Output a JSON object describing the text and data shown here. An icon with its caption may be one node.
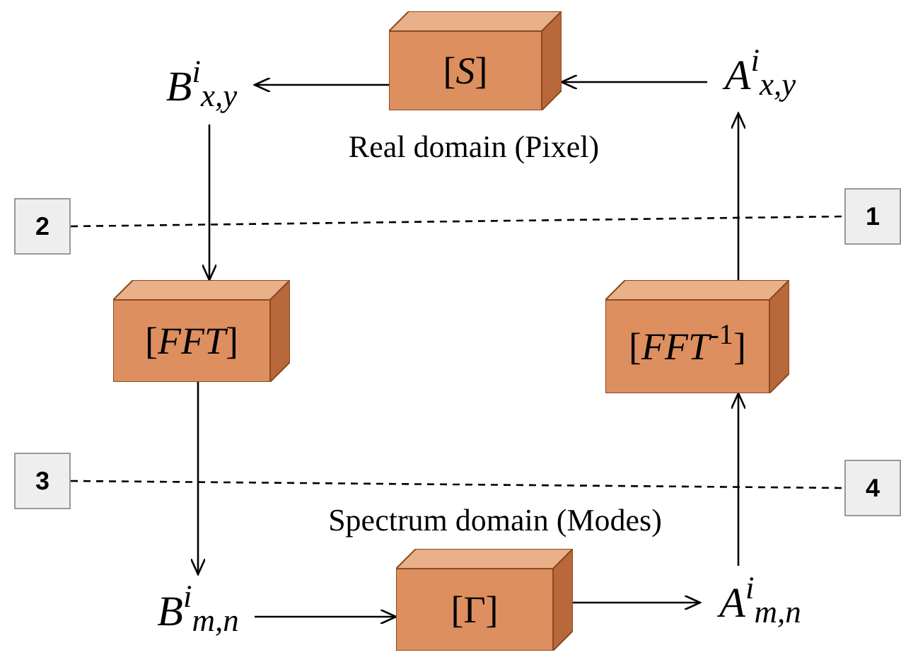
{
  "diagram": {
    "nodes": [
      {
        "text": [
          "[*S*]"
        ]
      },
      {
        "text": [
          "A$^{i}$$_{x,y}$"
        ]
      },
      {
        "text": [
          "B$^{i}$$_{x,y}$"
        ]
      },
      {
        "text": [
          "[*FFT*]"
        ]
      },
      {
        "text": [
          "[*FFT*$^{-1}$]"
        ]
      },
      {
        "text": [
          "B$^{i}$$_{m,n}$"
        ]
      },
      {
        "text": [
          "[Γ]"
        ]
      },
      {
        "text": [
          "A$^{i}$$_{m,n}$"
        ]
      },
      {
        "text": [
          "1"
        ]
      },
      {
        "text": [
          "2"
        ]
      },
      {
        "text": [
          "3"
        ]
      },
      {
        "text": [
          "4"
        ]
      }
    ],
    "edges": [
      {
        "from": 1,
        "to": 0,
        "arrow": "to"
      },
      {
        "from": 0,
        "to": 2,
        "arrow": "to"
      },
      {
        "from": 2,
        "to": 3,
        "arrow": "to"
      },
      {
        "from": 3,
        "to": 5,
        "arrow": "to"
      },
      {
        "from": 5,
        "to": 6,
        "arrow": "to"
      },
      {
        "from": 6,
        "to": 7,
        "arrow": "to"
      },
      {
        "from": 7,
        "to": 4,
        "arrow": "to"
      },
      {
        "from": 4,
        "to": 1,
        "arrow": "to"
      },
      {
        "from": 9,
        "to": 8,
        "arrow": "none",
        "style": "dashed"
      },
      {
        "from": 10,
        "to": 11,
        "arrow": "none",
        "style": "dashed"
      }
    ],
    "labels": [
      "Real domain (Pixel)",
      "Spectrum domain (Modes)"
    ]
  }
}
